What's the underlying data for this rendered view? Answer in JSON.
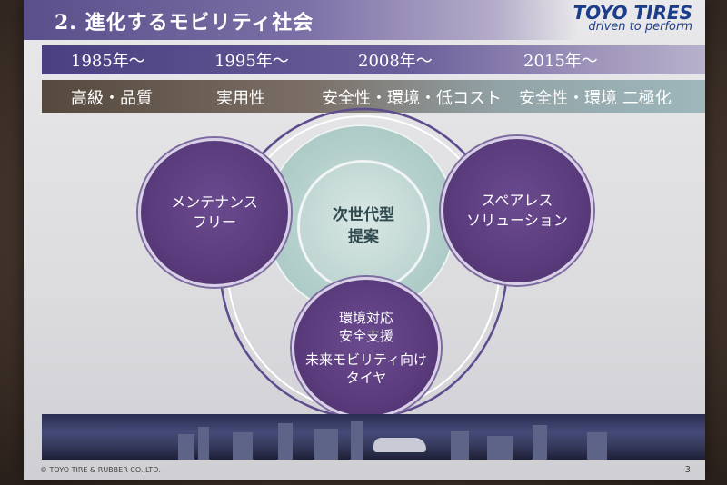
{
  "slide": {
    "title": "2. 進化するモビリティ社会",
    "logo": {
      "main": "TOYO TIRES",
      "tagline": "driven to perform"
    },
    "years": [
      "1985年～",
      "1995年～",
      "2008年～",
      "2015年～"
    ],
    "categories": [
      "高級・品質",
      "実用性",
      "安全性・環境・低コスト",
      "安全性・環境 二極化"
    ],
    "circles": {
      "left": "メンテナンス\nフリー",
      "right": "スペアレス\nソリューション",
      "center": "次世代型\n提案",
      "bottom_line1": "環境対応\n安全支援",
      "bottom_line2": "未来モビリティ向け\nタイヤ"
    },
    "footer": {
      "copyright": "© TOYO TIRE & RUBBER CO.,LTD.",
      "page_number": "3"
    }
  }
}
